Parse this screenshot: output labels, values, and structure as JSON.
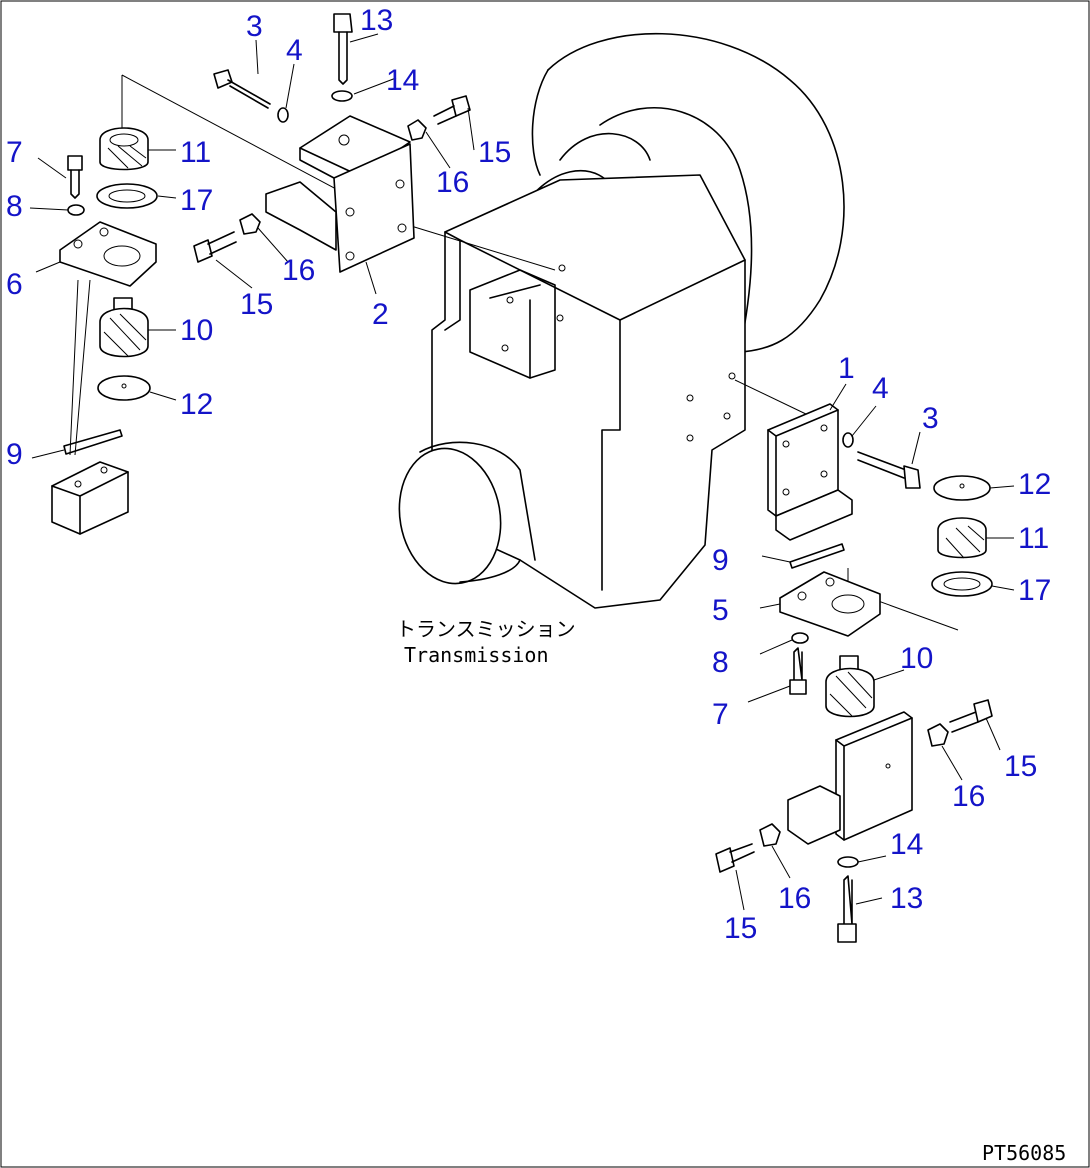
{
  "caption": {
    "jp": "トランスミッション",
    "en": "Transmission"
  },
  "drawing_code": "PT56085",
  "callouts": {
    "l_3": "3",
    "l_13": "13",
    "l_4": "4",
    "l_14": "14",
    "l_7": "7",
    "l_11": "11",
    "l_15": "15",
    "l_8": "8",
    "l_17": "17",
    "l_16a": "16",
    "l_6": "6",
    "l_16b": "16",
    "l_15b": "15",
    "l_2": "2",
    "l_10": "10",
    "l_12": "12",
    "l_9": "9",
    "r_1": "1",
    "r_4": "4",
    "r_3": "3",
    "r_12": "12",
    "r_11": "11",
    "r_9": "9",
    "r_17": "17",
    "r_5": "5",
    "r_10": "10",
    "r_8": "8",
    "r_7": "7",
    "r_15a": "15",
    "r_16a": "16",
    "r_14": "14",
    "r_13": "13",
    "r_16b": "16",
    "r_15b": "15"
  },
  "colors": {
    "callout": "#1414c8",
    "line": "#000000"
  }
}
